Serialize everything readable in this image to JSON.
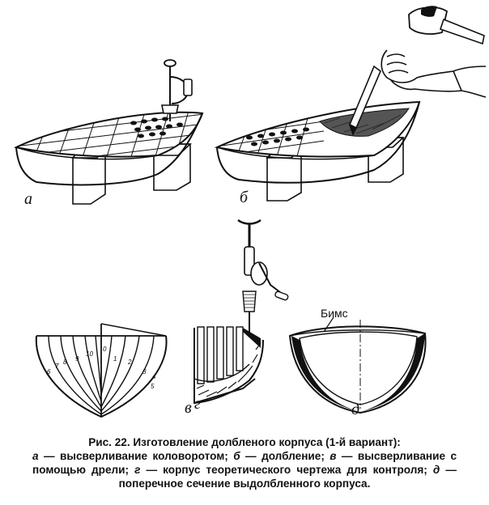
{
  "figure": {
    "panel_labels": {
      "a": "а",
      "b": "б",
      "v": "в",
      "g": "г",
      "d": "д"
    },
    "station_numbers": [
      "1",
      "2",
      "3",
      "4",
      "5",
      "6",
      "7",
      "8",
      "9",
      "10",
      "0"
    ],
    "beam_label": "Бимс"
  },
  "caption": {
    "title": "Рис. 22. Изготовление долбленого корпуса (1-й вариант):",
    "parts": [
      {
        "letter": "а",
        "text": " — высверливание коловоротом; "
      },
      {
        "letter": "б",
        "text": " — долбление; "
      },
      {
        "letter": "в",
        "text": " — высверливание с помощью дрели; "
      },
      {
        "letter": "г",
        "text": " — корпус теоретического чертежа для контроля; "
      },
      {
        "letter": "д",
        "text": " — поперечное сечение выдолбленного корпуса."
      }
    ]
  }
}
